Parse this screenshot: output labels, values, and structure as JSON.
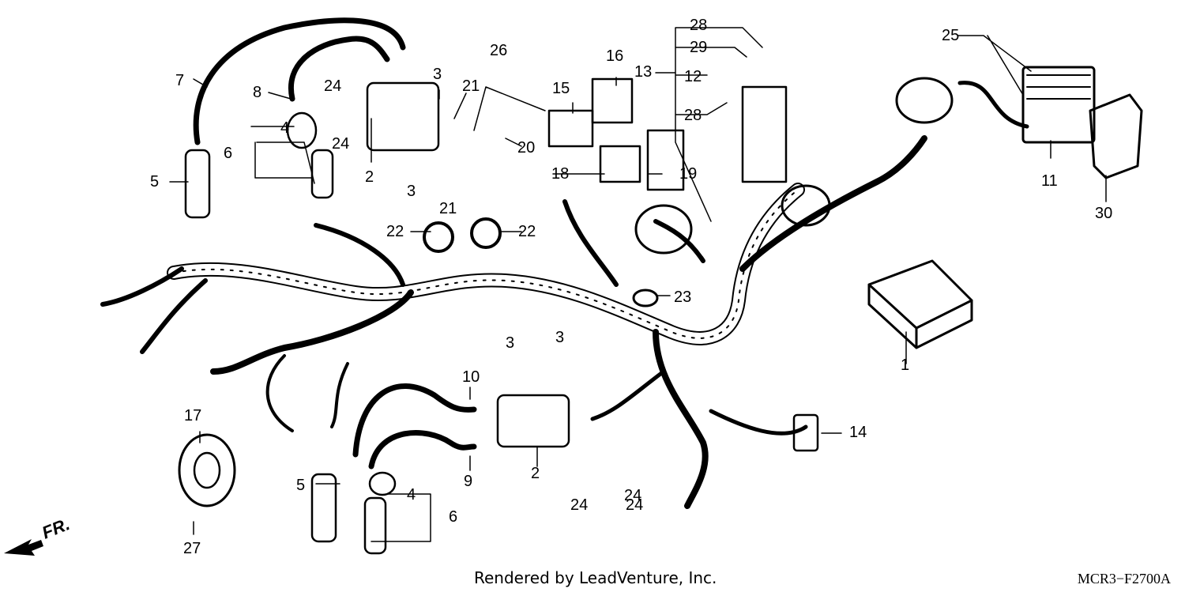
{
  "diagram": {
    "part_labels": [
      "1",
      "2",
      "2",
      "3",
      "3",
      "3",
      "3",
      "4",
      "4",
      "5",
      "5",
      "6",
      "6",
      "7",
      "8",
      "9",
      "10",
      "11",
      "12",
      "13",
      "14",
      "15",
      "16",
      "17",
      "18",
      "19",
      "20",
      "21",
      "21",
      "22",
      "22",
      "23",
      "24",
      "24",
      "24",
      "24",
      "24",
      "25",
      "26",
      "27",
      "28",
      "28",
      "29",
      "30"
    ],
    "direction_label": "FR.",
    "credit": "Rendered by LeadVenture, Inc.",
    "drawing_code": "MCR3−F2700A"
  }
}
